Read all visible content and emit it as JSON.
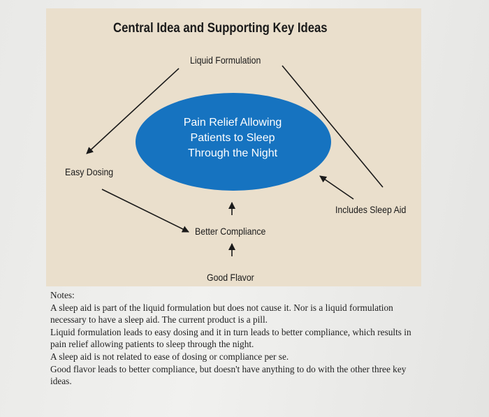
{
  "diagram": {
    "title": "Central Idea and Supporting Key Ideas",
    "central_idea": [
      "Pain Relief Allowing",
      "Patients to Sleep",
      "Through the Night"
    ],
    "nodes": {
      "liquid_formulation": "Liquid Formulation",
      "easy_dosing": "Easy Dosing",
      "includes_sleep_aid": "Includes Sleep Aid",
      "better_compliance": "Better Compliance",
      "good_flavor": "Good Flavor"
    },
    "colors": {
      "background": "#eadfcc",
      "ellipse": "#1673c0",
      "arrow": "#1a1a1a"
    }
  },
  "notes": {
    "heading": "Notes:",
    "items": [
      "A sleep aid is part of the liquid formulation but does not cause it. Nor is a liquid formulation necessary to have a sleep aid. The current product is a pill.",
      "Liquid formulation leads to easy dosing and it in turn leads to better compliance, which results in pain relief allowing patients to sleep through the night.",
      "A sleep aid is not related to ease of dosing or compliance per se.",
      "Good flavor leads to better compliance, but doesn't have anything to do with the other three key ideas."
    ]
  }
}
